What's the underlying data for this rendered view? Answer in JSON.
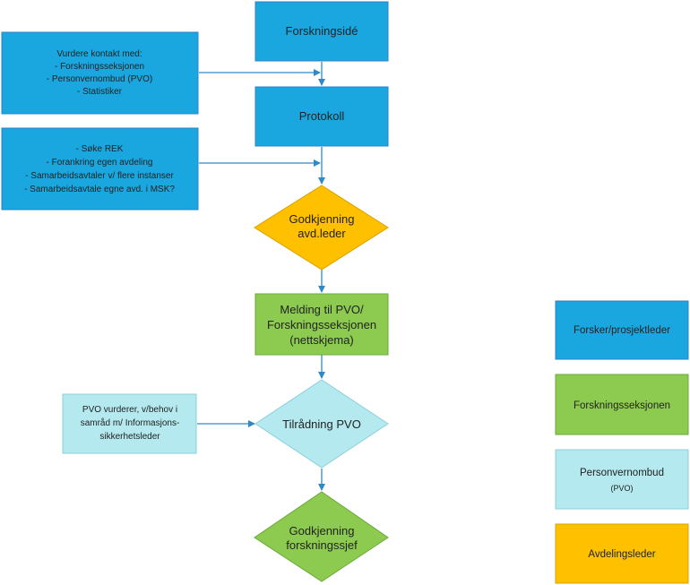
{
  "colors": {
    "blue": "#1aa7e0",
    "blue_border": "#2e83c4",
    "green": "#8ccb50",
    "green_border": "#6aa83a",
    "light_blue": "#b3e9ef",
    "light_blue_border": "#8ccfd9",
    "orange": "#ffc000",
    "orange_border": "#d9a300",
    "arrow": "#2e8ac7"
  },
  "flow": {
    "idea": "Forskningsidé",
    "protocol": "Protokoll",
    "approval_dept": [
      "Godkjenning",
      "avd.leder"
    ],
    "notify": [
      "Melding til PVO/",
      "Forskningsseksjonen",
      "(nettskjema)"
    ],
    "pvo_advice": "Tilrådning PVO",
    "approval_research": [
      "Godkjenning",
      "forskningssjef"
    ]
  },
  "side_notes": {
    "contact": [
      "Vurdere kontakt med:",
      "- Forskningsseksjonen",
      "- Personvernombud (PVO)",
      "- Statistiker"
    ],
    "apply": [
      "- Søke REK",
      "- Forankring egen avdeling",
      "- Samarbeidsavtaler v/ flere instanser",
      "- Samarbeidsavtale egne avd. i MSK?"
    ],
    "pvo_assess": [
      "PVO vurderer, v/behov i",
      "samråd m/ Informasjons-",
      "sikkerhetsleder"
    ]
  },
  "legend": {
    "researcher": "Forsker/prosjektleder",
    "research_section": "Forskningsseksjonen",
    "privacy_officer": "Personvernombud",
    "privacy_officer_abbr": "(PVO)",
    "dept_head": "Avdelingsleder"
  }
}
